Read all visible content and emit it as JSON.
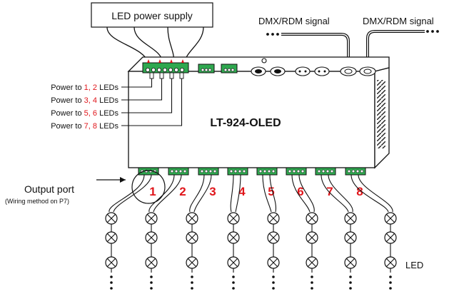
{
  "power_supply": {
    "label": "LED power supply"
  },
  "dmx_in": {
    "label": "DMX/RDM signal"
  },
  "dmx_out": {
    "label": "DMX/RDM signal"
  },
  "device": {
    "model": "LT-924-OLED"
  },
  "power_labels": [
    {
      "prefix": "Power to ",
      "a": "1",
      "sep": ", ",
      "b": "2",
      "suffix": " LEDs"
    },
    {
      "prefix": "Power to ",
      "a": "3",
      "sep": ", ",
      "b": "4",
      "suffix": " LEDs"
    },
    {
      "prefix": "Power to ",
      "a": "5",
      "sep": ", ",
      "b": "6",
      "suffix": " LEDs"
    },
    {
      "prefix": "Power to ",
      "a": "7",
      "sep": ", ",
      "b": "8",
      "suffix": " LEDs"
    }
  ],
  "output_port": {
    "label": "Output port",
    "note": "(Wiring method on P7)"
  },
  "channels": [
    "1",
    "2",
    "3",
    "4",
    "5",
    "6",
    "7",
    "8"
  ],
  "led_label": "LED",
  "colors": {
    "accent": "#e0161b",
    "terminal": "#2fa84f",
    "line": "#111111"
  }
}
